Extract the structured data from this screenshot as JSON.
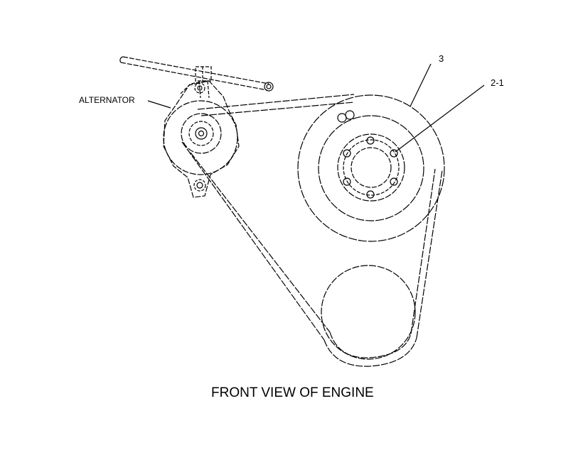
{
  "labels": {
    "alternator": "ALTERNATOR",
    "callout_3": "3",
    "callout_2_1": "2-1",
    "caption": "FRONT VIEW OF ENGINE"
  },
  "colors": {
    "line": "#000000",
    "background": "#ffffff"
  }
}
